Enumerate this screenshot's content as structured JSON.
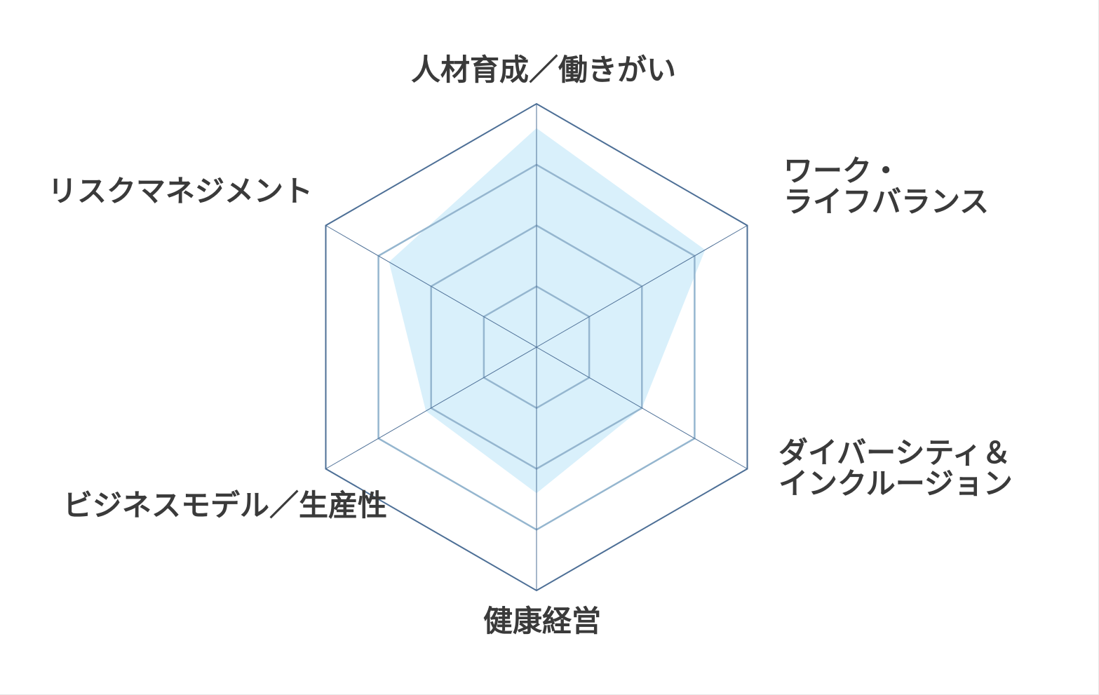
{
  "chart_data": {
    "type": "radar",
    "axes": [
      {
        "label_lines": [
          "人材育成／働きがい"
        ]
      },
      {
        "label_lines": [
          "ワーク・",
          "ライフバランス"
        ]
      },
      {
        "label_lines": [
          "ダイバーシティ＆",
          "インクルージョン"
        ]
      },
      {
        "label_lines": [
          "健康経営"
        ]
      },
      {
        "label_lines": [
          "ビジネスモデル／生産性"
        ]
      },
      {
        "label_lines": [
          "リスクマネジメント"
        ]
      }
    ],
    "values": [
      3.6,
      3.2,
      2.0,
      2.4,
      2.1,
      2.8
    ],
    "scale_max": 4,
    "rings": [
      1,
      2,
      3,
      4
    ],
    "colors": {
      "fill": "#d9f0fb",
      "outer_ring": "#4d6f96",
      "inner_ring": "#95b6cf",
      "spoke": "#4d6f96",
      "label": "#3a3a3a"
    }
  }
}
